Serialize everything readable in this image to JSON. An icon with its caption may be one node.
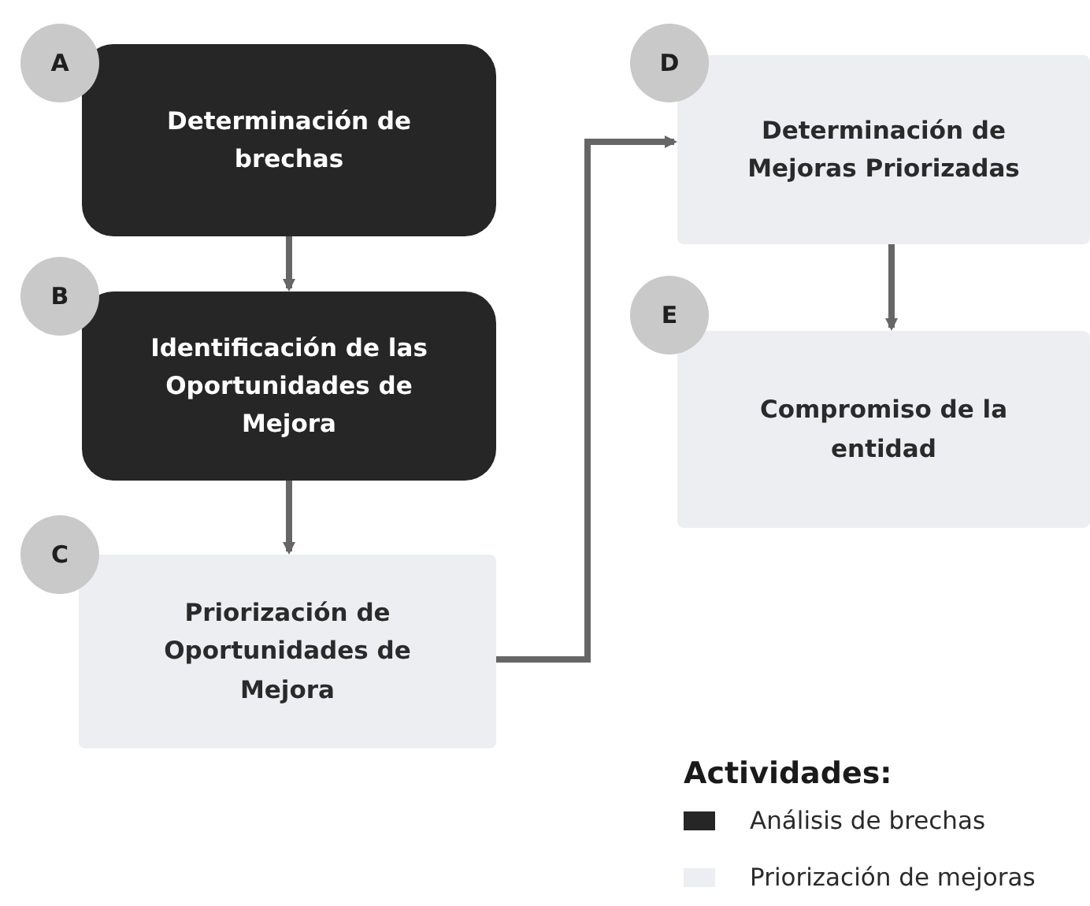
{
  "diagram": {
    "nodes": [
      {
        "text": [
          "A"
        ]
      },
      {
        "text": [
          "Determinación de brechas"
        ]
      },
      {
        "text": [
          "B"
        ]
      },
      {
        "text": [
          "Identificación de las Oportunidades de Mejora"
        ]
      },
      {
        "text": [
          "C"
        ]
      },
      {
        "text": [
          "Priorización de Oportunidades de Mejora"
        ]
      },
      {
        "text": [
          "D"
        ]
      },
      {
        "text": [
          "Determinación de Mejoras Priorizadas"
        ]
      },
      {
        "text": [
          "E"
        ]
      },
      {
        "text": [
          "Compromiso de la entidad"
        ]
      }
    ],
    "edges": [
      {
        "from": 1,
        "to": 3,
        "arrow": "to"
      },
      {
        "from": 3,
        "to": 5,
        "arrow": "to"
      },
      {
        "from": 5,
        "to": 7,
        "arrow": "to"
      },
      {
        "from": 7,
        "to": 9,
        "arrow": "to"
      }
    ],
    "labels": [
      "Actividades:"
    ],
    "legend": [
      {
        "text": "Análisis de brechas",
        "color": "#262626"
      },
      {
        "text": "Priorización de mejoras",
        "color": "#eceef2"
      }
    ]
  }
}
